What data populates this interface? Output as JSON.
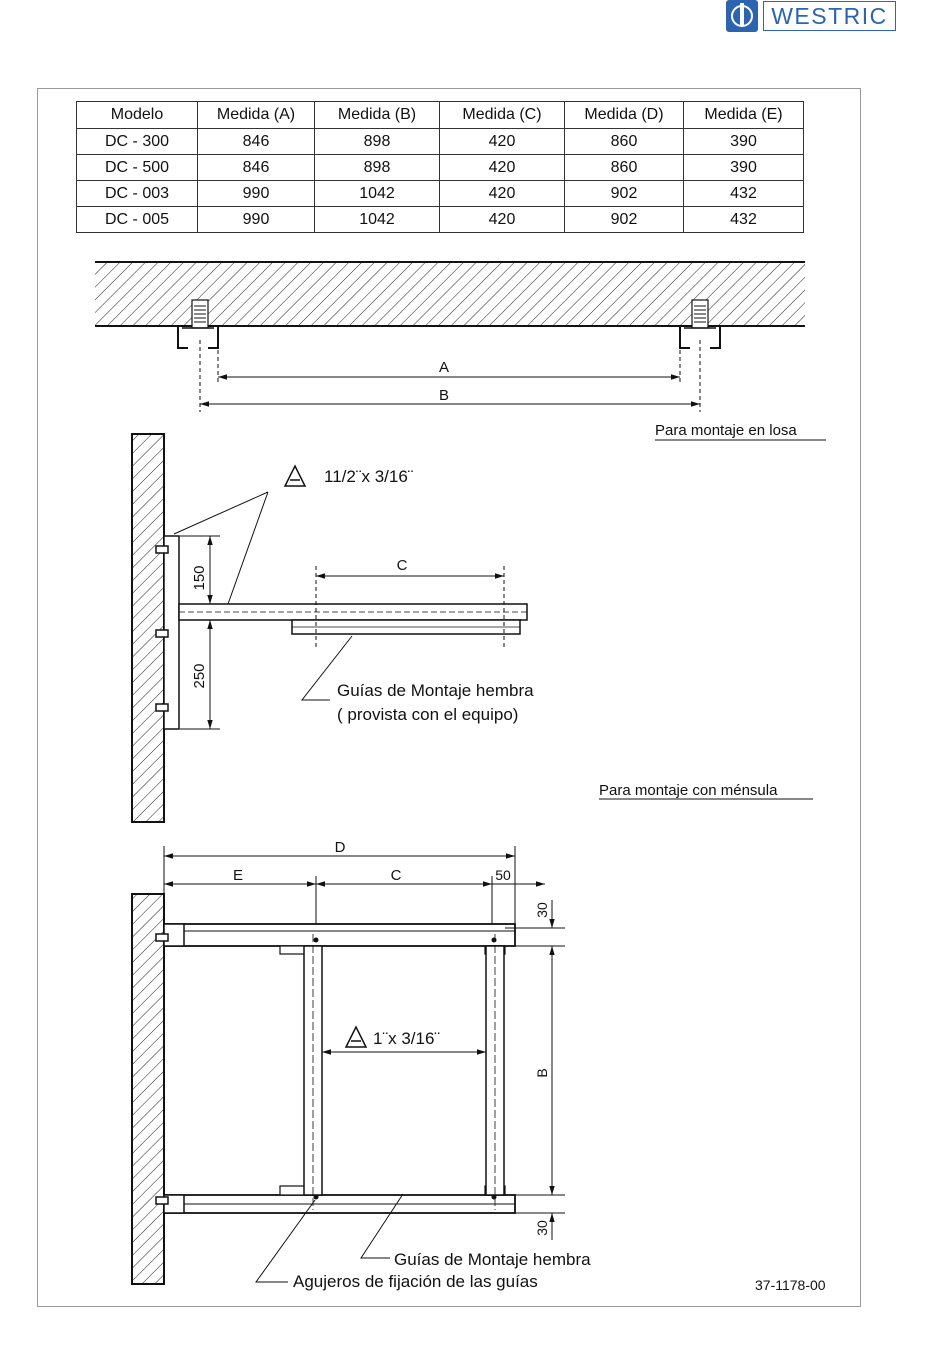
{
  "brand": {
    "name": "WESTRIC"
  },
  "table": {
    "headers": [
      "Modelo",
      "Medida (A)",
      "Medida (B)",
      "Medida (C)",
      "Medida (D)",
      "Medida (E)"
    ],
    "rows": [
      [
        "DC - 300",
        "846",
        "898",
        "420",
        "860",
        "390"
      ],
      [
        "DC - 500",
        "846",
        "898",
        "420",
        "860",
        "390"
      ],
      [
        "DC - 003",
        "990",
        "1042",
        "420",
        "902",
        "432"
      ],
      [
        "DC - 005",
        "990",
        "1042",
        "420",
        "902",
        "432"
      ]
    ]
  },
  "slab_view": {
    "label_a": "A",
    "label_b": "B",
    "caption": "Para montaje en losa"
  },
  "bracket_view": {
    "weld_note": "11/2¨x 3/16¨",
    "dim_150": "150",
    "dim_250": "250",
    "label_c": "C",
    "rails_note_line1": "Guías de Montaje hembra",
    "rails_note_line2": "( provista con el equipo)",
    "caption": "Para montaje con ménsula"
  },
  "plan_view": {
    "label_d": "D",
    "label_e": "E",
    "label_c": "C",
    "dim_50": "50",
    "dim_30_top": "30",
    "dim_30_bottom": "30",
    "label_b": "B",
    "weld_note": "1¨x 3/16¨",
    "rails_note": "Guías de Montaje hembra",
    "holes_note": "Agujeros de fijación de las guías"
  },
  "drawing_number": "37-1178-00"
}
